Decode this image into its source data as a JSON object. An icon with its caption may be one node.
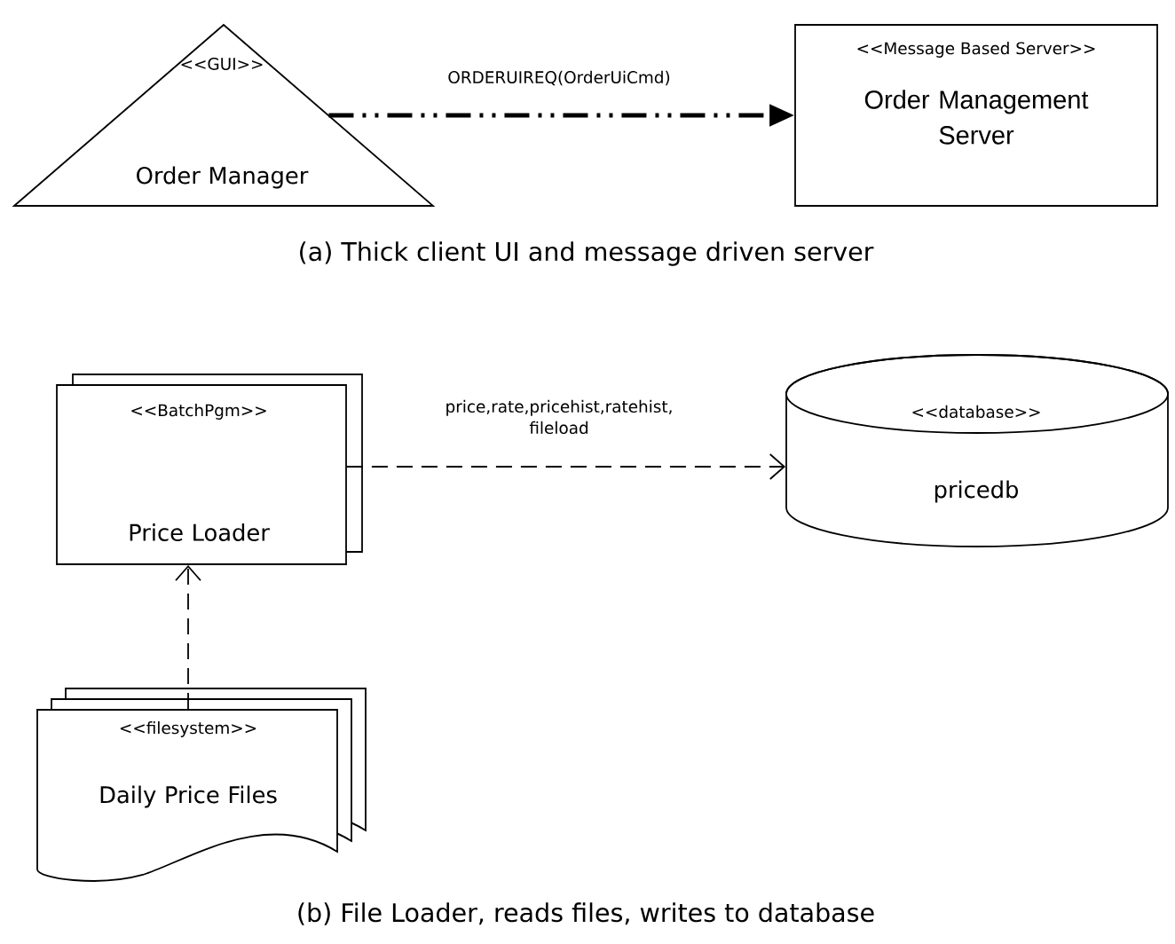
{
  "diagram": {
    "nodes": [
      {
        "text": [
          "<<GUI>>",
          "Order Manager"
        ]
      },
      {
        "text": [
          "<<Message Based Server>>",
          "Order Management Server"
        ]
      },
      {
        "text": [
          "<<BatchPgm>>",
          "Price Loader"
        ]
      },
      {
        "text": [
          "<<database>>",
          "pricedb"
        ]
      },
      {
        "text": [
          "<<filesystem>>",
          "Daily Price Files"
        ]
      }
    ],
    "edges": [
      {
        "from": 0,
        "to": 1,
        "arrow": "to",
        "label": "ORDERUIREQ(OrderUiCmd)",
        "style": "dashed"
      },
      {
        "from": 2,
        "to": 3,
        "arrow": "to",
        "label": "price,rate,pricehist,ratehist, fileload",
        "style": "dashed"
      },
      {
        "from": 4,
        "to": 2,
        "arrow": "to",
        "style": "dashed"
      }
    ],
    "labels": [
      "(a) Thick client UI and message driven server",
      "(b) File Loader, reads files, writes to database"
    ]
  }
}
